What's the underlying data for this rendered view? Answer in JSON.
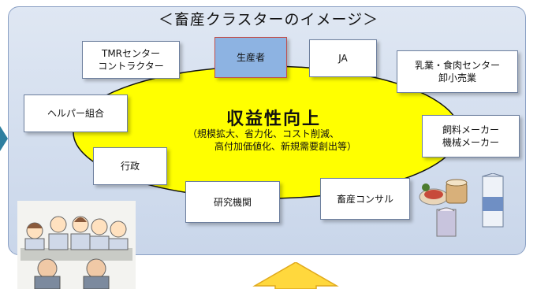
{
  "diagram": {
    "title": "＜畜産クラスターのイメージ＞",
    "center": {
      "heading": "収益性向上",
      "detail_lines": [
        "（規模拡大、省力化、コスト削減、",
        "高付加価値化、新規需要創出等）"
      ]
    },
    "members": {
      "tmr": [
        "TMRセンター",
        "コントラクター"
      ],
      "producer": "生産者",
      "ja": "JA",
      "dairy": [
        "乳業・食肉センター",
        "卸小売業"
      ],
      "helper": "ヘルパー組合",
      "feed": [
        "飼料メーカー",
        "機械メーカー"
      ],
      "admin": "行政",
      "research": "研究機関",
      "consult": "畜産コンサル"
    },
    "colors": {
      "ellipse_fill": "#ffff00",
      "panel_fill": "#d3deee",
      "producer_fill": "#8db3e2",
      "arrow_fill": "#ffd83d"
    }
  }
}
